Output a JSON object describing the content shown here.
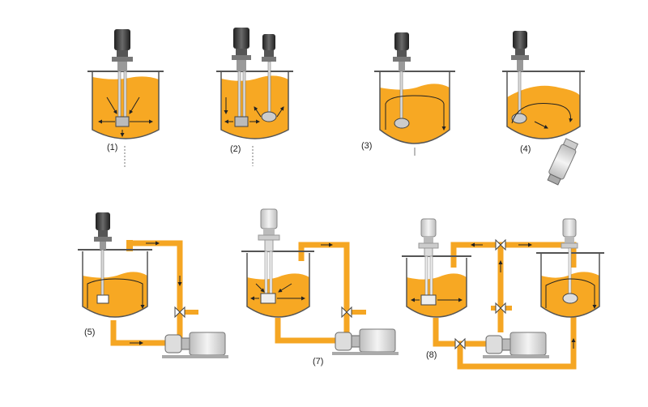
{
  "labels": [
    "(1)",
    "(2)",
    "(3)",
    "(4)",
    "(5)",
    "(7)",
    "(8)"
  ],
  "colors": {
    "liquid": "#f7a823",
    "liquid_light": "#fbbf52",
    "pipe": "#f5a623",
    "vessel_line": "#555555",
    "motor_dark": "#3a3a3a",
    "motor_light": "#e6e6e6",
    "arrow": "#222222"
  },
  "icons": [
    "motor-icon",
    "pump-icon",
    "valve-icon",
    "flow-arrow-icon"
  ]
}
